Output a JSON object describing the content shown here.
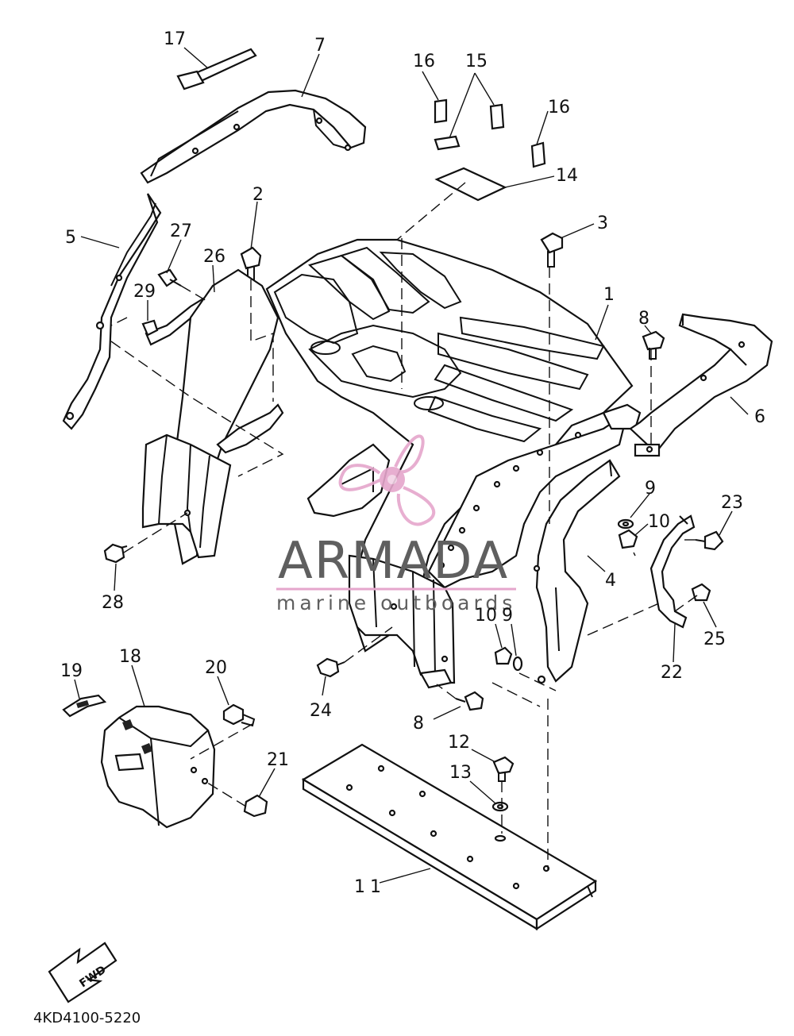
{
  "diagram_code": "4KD4100-5220",
  "fwd_label": "FWD",
  "watermark": {
    "brand": "ARMADA",
    "tagline": "marine outboards",
    "accent_color": "#e5a6cc",
    "text_color": "#5f5f5f"
  },
  "callouts": [
    "17",
    "7",
    "16",
    "15",
    "16",
    "14",
    "5",
    "27",
    "2",
    "26",
    "3",
    "29",
    "1",
    "8",
    "6",
    "9",
    "23",
    "10",
    "28",
    "4",
    "25",
    "10",
    "9",
    "22",
    "18",
    "20",
    "19",
    "24",
    "8",
    "12",
    "21",
    "13",
    "11"
  ]
}
